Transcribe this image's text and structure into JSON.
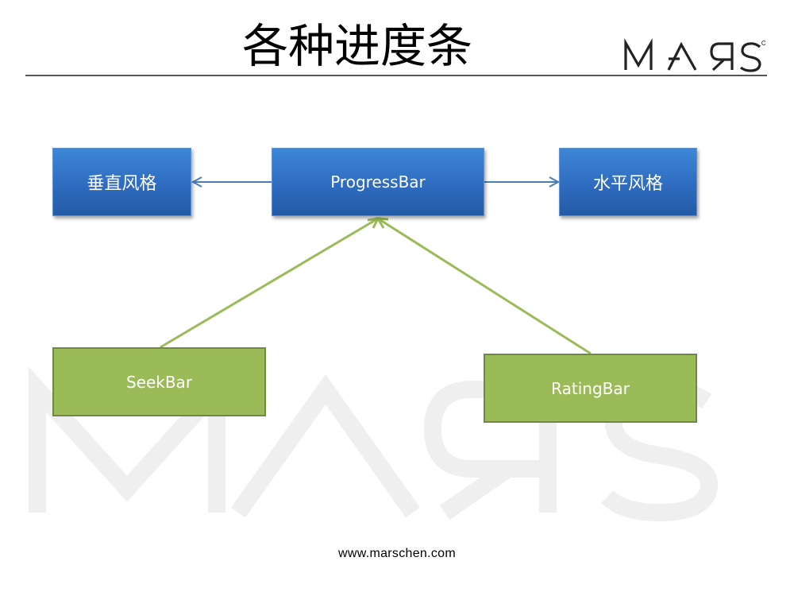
{
  "slide": {
    "title": "各种进度条",
    "footer_url": "www.marschen.com"
  },
  "logo": {
    "text": "MARS",
    "icon": "mars-logo-icon"
  },
  "watermark": {
    "text": "MARS",
    "icon": "mars-watermark-icon"
  },
  "diagram": {
    "nodes": {
      "progressbar": "ProgressBar",
      "vertical": "垂直风格",
      "horizontal": "水平风格",
      "seekbar": "SeekBar",
      "ratingbar": "RatingBar"
    },
    "edges": [
      {
        "from": "progressbar",
        "to": "vertical",
        "style": "arrow",
        "color": "#4a7ebb"
      },
      {
        "from": "progressbar",
        "to": "horizontal",
        "style": "arrow",
        "color": "#4a7ebb"
      },
      {
        "from": "seekbar",
        "to": "progressbar",
        "style": "open-arrow",
        "color": "#9bbb59"
      },
      {
        "from": "ratingbar",
        "to": "progressbar",
        "style": "open-arrow",
        "color": "#9bbb59"
      }
    ]
  },
  "colors": {
    "blue_node": "#2f6cbf",
    "green_node": "#9bbb59",
    "blue_connector": "#4a7ebb",
    "green_connector": "#9bbb59"
  }
}
